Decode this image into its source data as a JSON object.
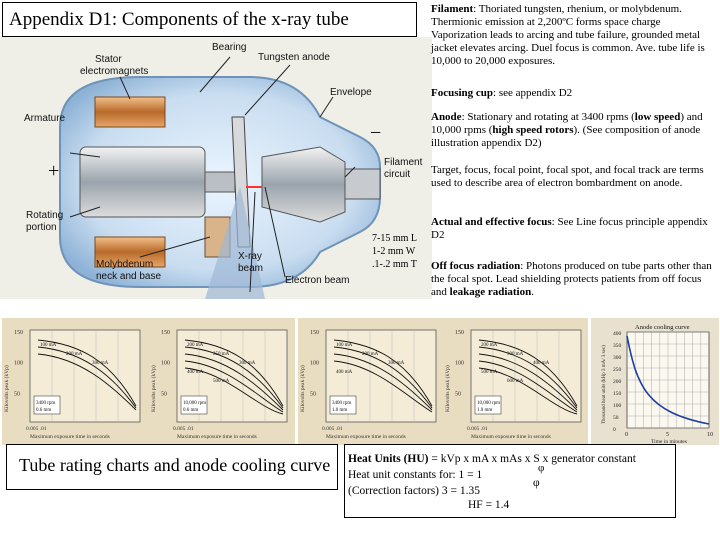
{
  "title": "Appendix D1: Components of the x-ray tube",
  "diagram": {
    "labels": {
      "stator": "Stator",
      "electromagnets": "electromagnets",
      "bearing": "Bearing",
      "tungsten_anode": "Tungsten anode",
      "envelope": "Envelope",
      "armature": "Armature",
      "filament": "Filament",
      "circuit": "circuit",
      "rotating": "Rotating",
      "portion": "portion",
      "molybdenum": "Molybdenum",
      "neck_base": "neck and base",
      "xray": "X-ray",
      "beam": "beam",
      "electron_beam": "Electron beam"
    },
    "dimensions": [
      "7-15 mm L",
      "1-2 mm W",
      ".1-.2 mm T"
    ]
  },
  "notes": {
    "filament": {
      "term": "Filament",
      "text": ": Thoriated tungsten, rhenium, or molybdenum. Thermionic emission at 2,200ºC forms space charge Vaporization leads to arcing and tube failure, grounded metal jacket elevates arcing. Duel focus is common. Ave. tube life is 10,000 to 20,000 exposures."
    },
    "focusing_cup": {
      "term": "Focusing cup",
      "text": ": see appendix D2"
    },
    "anode": {
      "term": "Anode",
      "text1": ": Stationary and rotating at 3400 rpms (",
      "low": "low speed",
      "text2": ") and 10,000 rpms (",
      "high": "high speed rotors",
      "text3": ").  (See composition of anode illustration appendix D2)"
    },
    "target": "Target, focus, focal point, focal spot, and focal track are terms used to describe area of electron bombardment on anode.",
    "actual": {
      "term": "Actual and effective focus",
      "text": ": See Line focus principle appendix D2"
    },
    "off_focus": {
      "term": "Off focus radiation",
      "text": ": Photons produced on tube parts other than the focal spot.  Lead shielding protects patients from off focus and ",
      "leakage": "leakage radiation",
      "end": "."
    }
  },
  "rating_charts": {
    "ymax_label": "150",
    "ymid_label": "100",
    "ylow_label": "50",
    "ylabel": "Kilovolts peak (kVp)",
    "xlabel": "Maximum exposure time in seconds",
    "xticks": [
      "0.005 .01",
      ".1",
      "1",
      "10 20"
    ],
    "panels": [
      {
        "box1": "3400 rpm",
        "box2": "0.6 mm",
        "series": [
          "100 mA",
          "200 mA",
          "300 mA"
        ]
      },
      {
        "box1": "10,000 rpm",
        "box2": "0.6 mm",
        "series": [
          "200 mA",
          "250 mA",
          "300 mA",
          "400 mA",
          "500 mA"
        ]
      },
      {
        "box1": "3400 rpm",
        "box2": "1.0 mm",
        "series": [
          "100 mA",
          "200 mA",
          "300 mA",
          "400 mA"
        ]
      },
      {
        "box1": "10,000 rpm",
        "box2": "1.0 mm",
        "series": [
          "200 mA",
          "300 mA",
          "400 mA",
          "500 mA",
          "600 mA"
        ]
      }
    ]
  },
  "cooling_chart": {
    "title": "Anode cooling curve",
    "ylabel": "Thousand heat units (kHp 3 mA/ 3 sec)",
    "xlabel": "Time in minutes",
    "yticks": [
      "400",
      "350",
      "300",
      "250",
      "200",
      "150",
      "100",
      "50",
      "0"
    ],
    "xticks": [
      "0",
      "5",
      "10"
    ]
  },
  "caption": "Tube rating charts and anode cooling curve",
  "heat_units": {
    "term": "Heat Units (HU)",
    "formula": " = kVp x mA x mAs x  S x generator constant",
    "phi_sub": "φ",
    "line2": "Heat unit constants for: 1     = 1",
    "phi2": "φ",
    "line3": "(Correction factors)    3     = 1.35",
    "line4": "HF   = 1.4"
  }
}
